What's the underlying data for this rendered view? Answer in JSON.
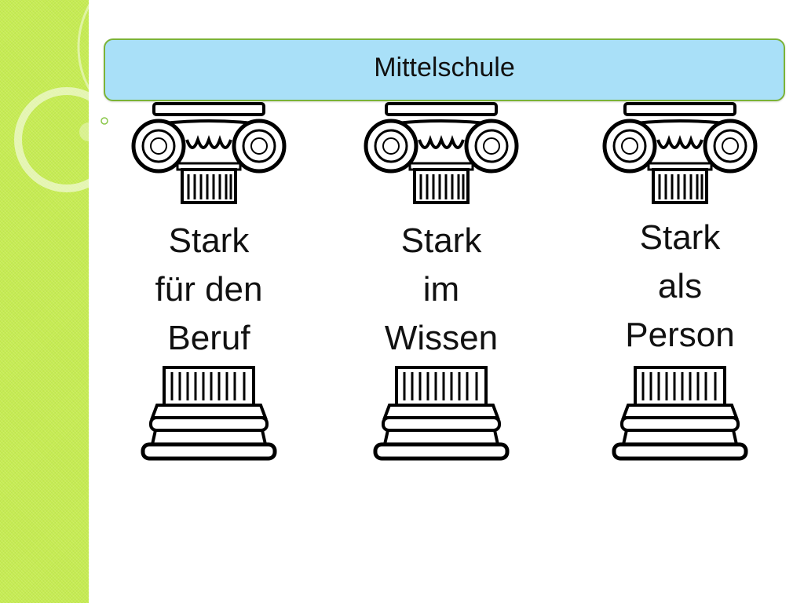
{
  "banner": {
    "title": "Mittelschule"
  },
  "pillars": [
    {
      "lines": [
        "Stark",
        "für den",
        "Beruf"
      ]
    },
    {
      "lines": [
        "Stark",
        "im",
        "Wissen"
      ]
    },
    {
      "lines": [
        "Stark",
        "als",
        "Person"
      ]
    }
  ],
  "colors": {
    "side_band": "#c6ec52",
    "banner_fill": "#a9e0f8",
    "banner_border": "#7bb338"
  }
}
